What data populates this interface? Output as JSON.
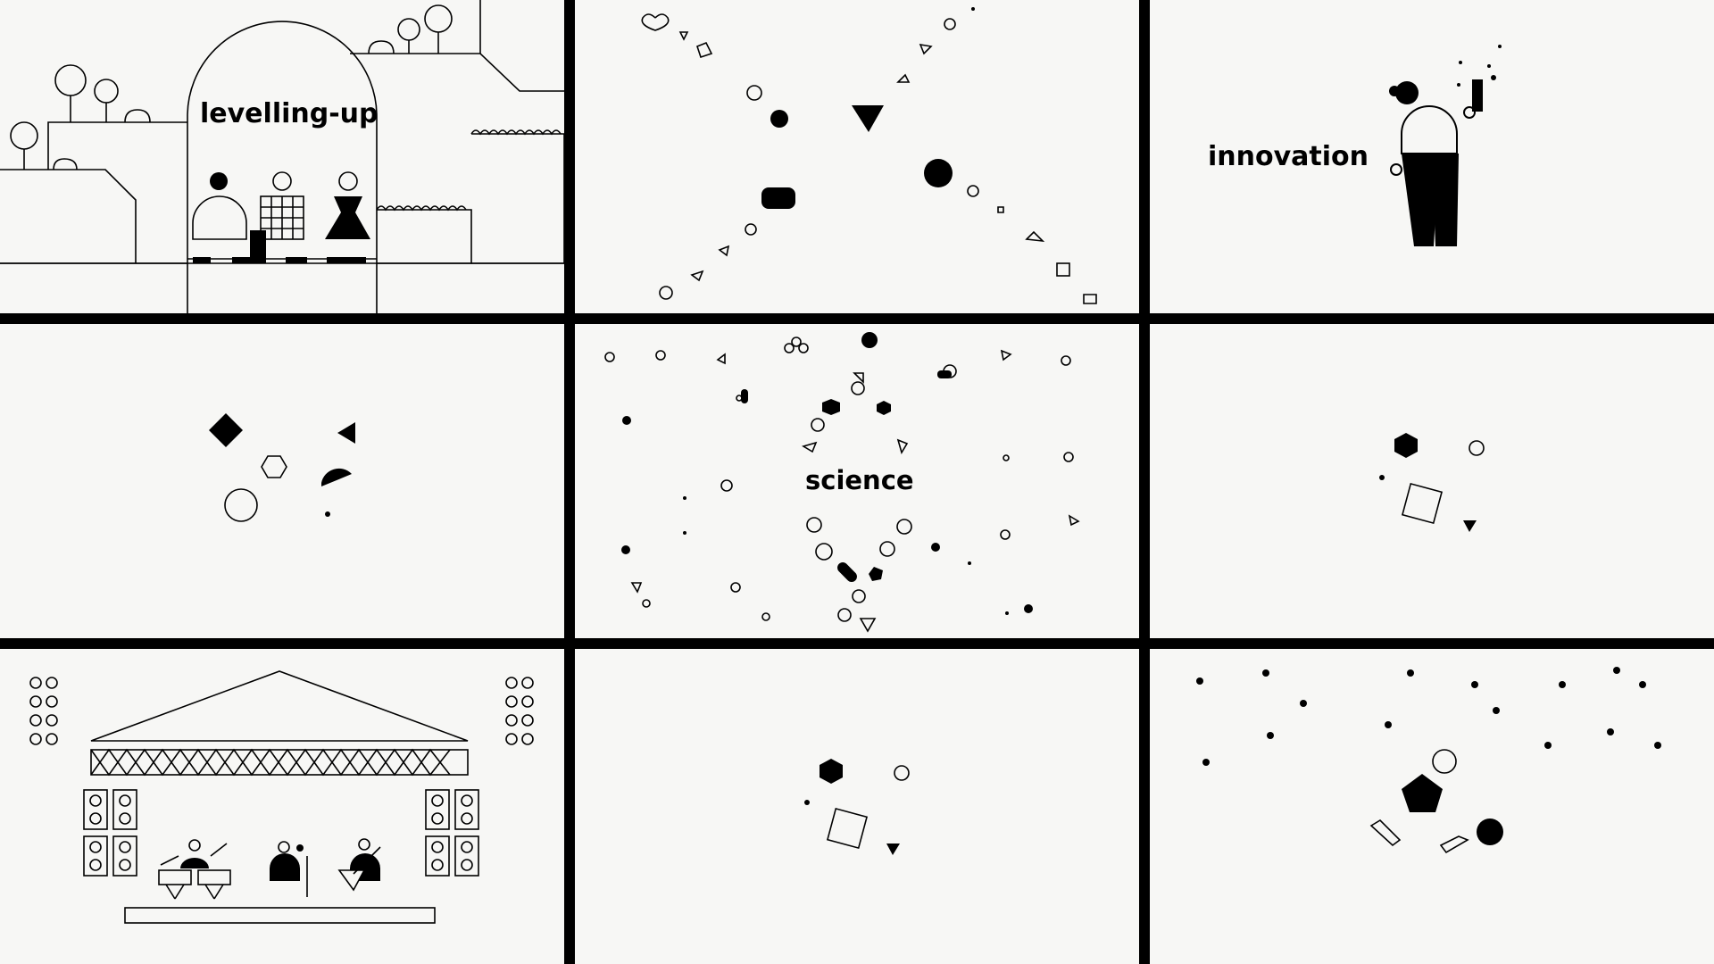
{
  "panels": {
    "levelling_up": {
      "label": "levelling-up"
    },
    "science_x": {},
    "innovation": {
      "label": "innovation"
    },
    "shapes_a": {},
    "science": {
      "label": "science"
    },
    "shapes_b": {},
    "concert_stage": {},
    "shapes_c": {},
    "shapes_d": {}
  },
  "colors": {
    "background": "#f7f7f5",
    "ink": "#000000",
    "divider": "#000000"
  }
}
